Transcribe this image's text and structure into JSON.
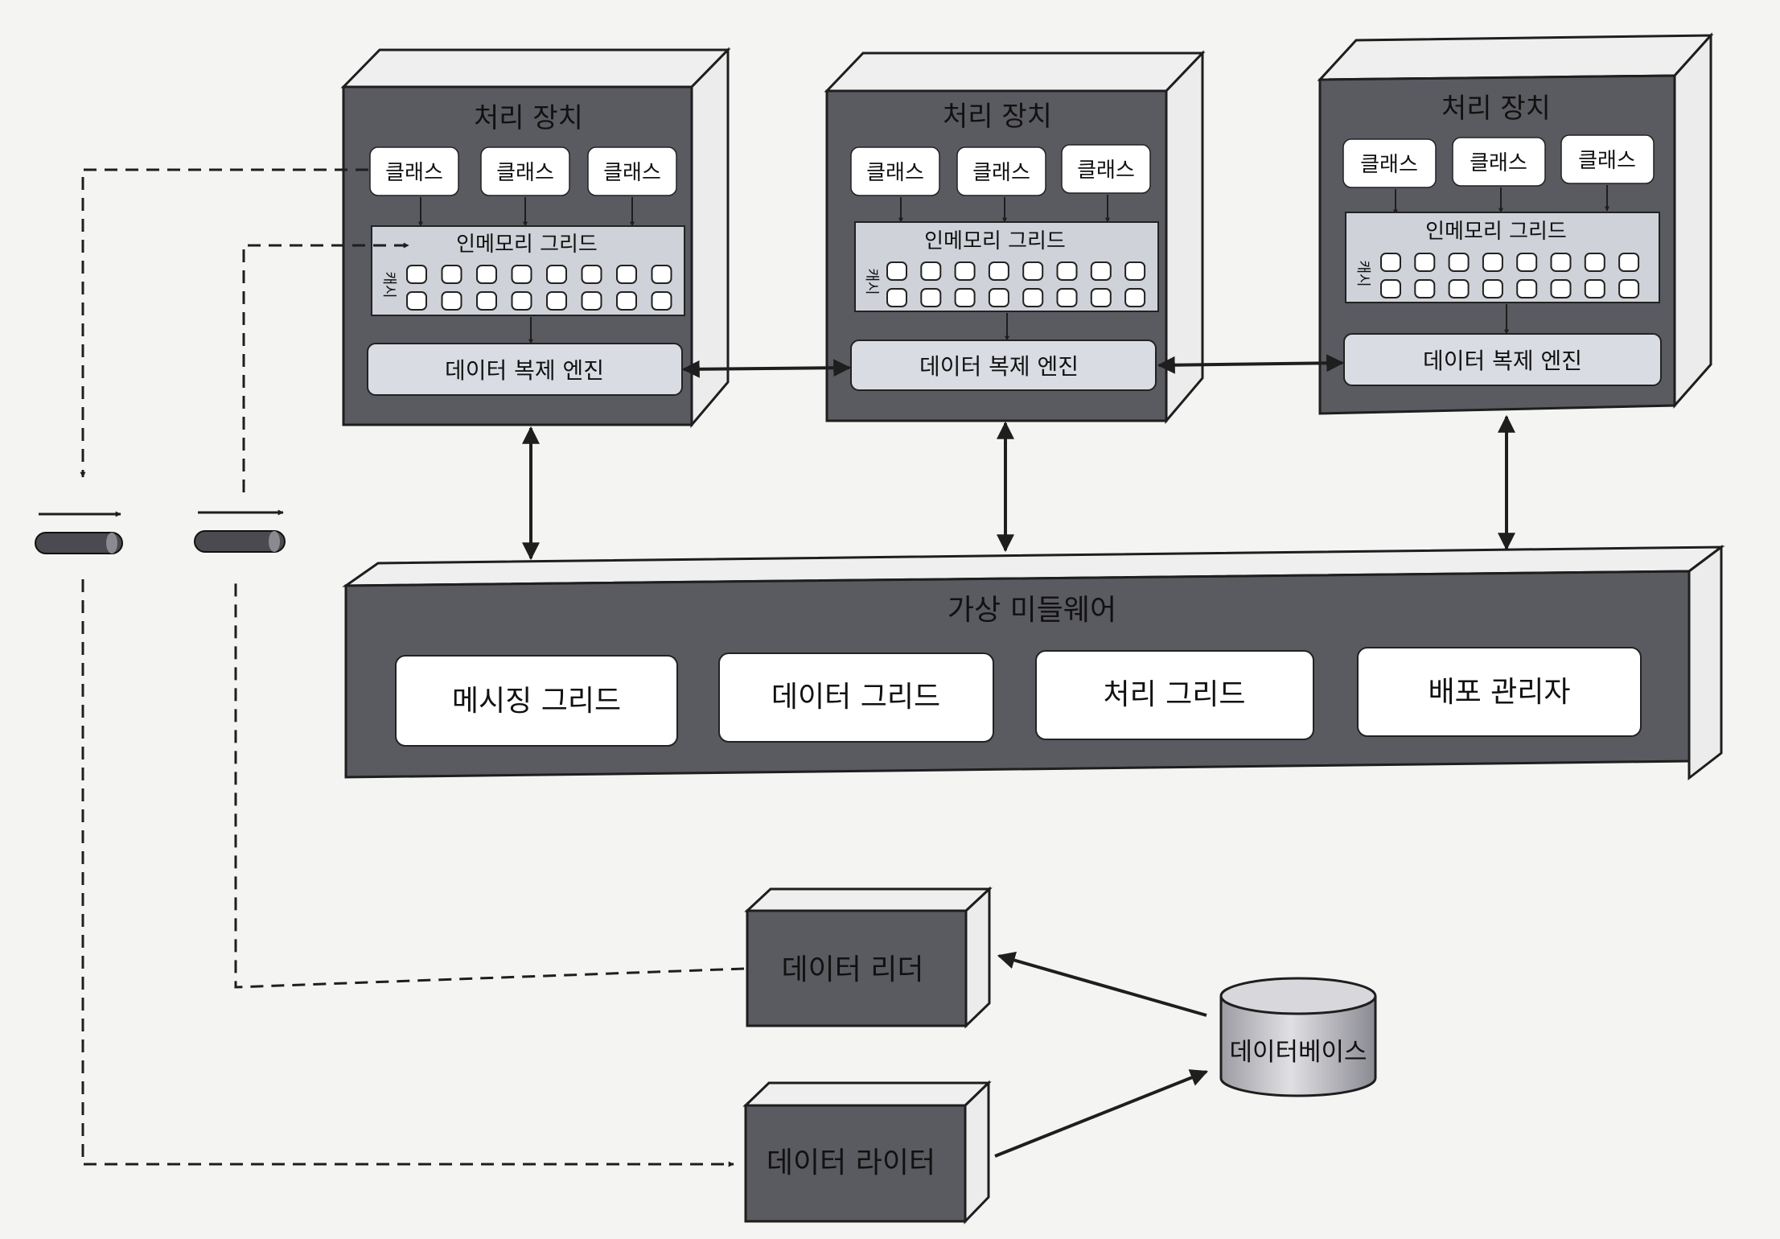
{
  "processing_units": [
    {
      "title": "처리 장치",
      "classes": [
        "클래스",
        "클래스",
        "클래스"
      ],
      "grid_title": "인메모리 그리드",
      "cache_label": "캐시",
      "engine_label": "데이터 복제 엔진"
    },
    {
      "title": "처리 장치",
      "classes": [
        "클래스",
        "클래스",
        "클래스"
      ],
      "grid_title": "인메모리 그리드",
      "cache_label": "캐시",
      "engine_label": "데이터 복제 엔진"
    },
    {
      "title": "처리 장치",
      "classes": [
        "클래스",
        "클래스",
        "클래스"
      ],
      "grid_title": "인메모리 그리드",
      "cache_label": "캐시",
      "engine_label": "데이터 복제 엔진"
    }
  ],
  "middleware": {
    "title": "가상 미들웨어",
    "components": [
      "메시징 그리드",
      "데이터 그리드",
      "처리 그리드",
      "배포 관리자"
    ]
  },
  "data_reader": {
    "label": "데이터 리더"
  },
  "data_writer": {
    "label": "데이터 라이터"
  },
  "database": {
    "label": "데이터베이스"
  },
  "colors": {
    "box_face": "#5a5a61",
    "box_top": "#efefef",
    "grid_fill": "#cfd3d9",
    "engine_fill": "#d9dce2",
    "pill_fill": "#ffffff",
    "line": "#1e1e1e"
  }
}
